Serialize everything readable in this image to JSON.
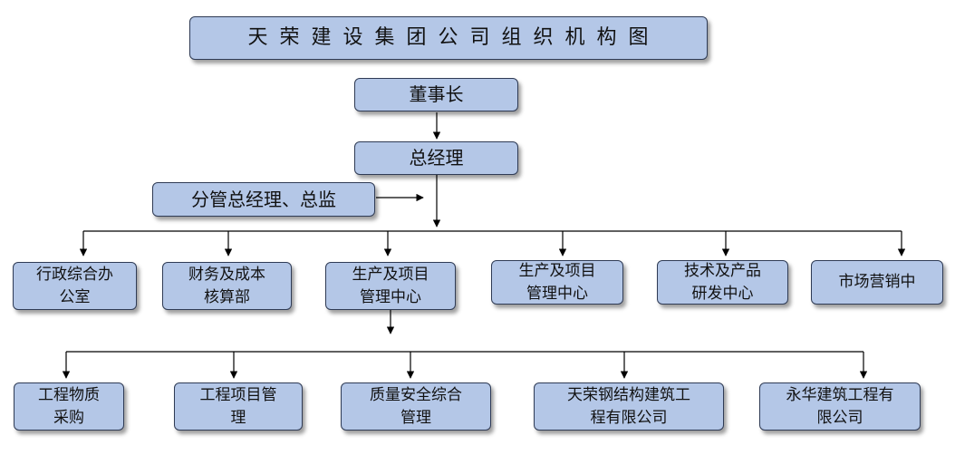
{
  "title": "天荣建设集团公司组织机构图",
  "chairman": "董事长",
  "gm": "总经理",
  "deputy": "分管总经理、总监",
  "departments": [
    {
      "line1": "行政综合办",
      "line2": "公室"
    },
    {
      "line1": "财务及成本",
      "line2": "核算部"
    },
    {
      "line1": "生产及项目",
      "line2": "管理中心"
    },
    {
      "line1": "生产及项目",
      "line2": "管理中心"
    },
    {
      "line1": "技术及产品",
      "line2": "研发中心"
    },
    {
      "line1": "市场营销中",
      "line2": ""
    }
  ],
  "sub_units": [
    {
      "line1": "工程物质",
      "line2": "采购"
    },
    {
      "line1": "工程项目管",
      "line2": "理"
    },
    {
      "line1": "质量安全综合",
      "line2": "管理"
    },
    {
      "line1": "天荣钢结构建筑工",
      "line2": "程有限公司"
    },
    {
      "line1": "永华建筑工程有",
      "line2": "限公司"
    }
  ],
  "colors": {
    "box_fill": "#b4c7e7",
    "box_border": "#2f3b55",
    "line": "#000000"
  }
}
